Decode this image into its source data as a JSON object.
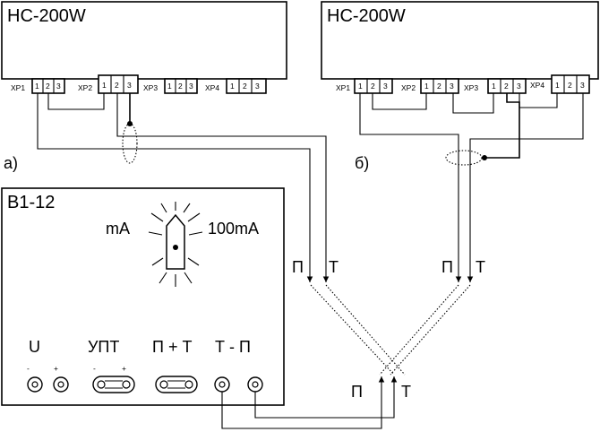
{
  "left_device": {
    "title": "HC-200W",
    "connectors": [
      "XP1",
      "XP2",
      "XP3",
      "XP4"
    ],
    "pins": [
      "1",
      "2",
      "3"
    ]
  },
  "right_device": {
    "title": "HC-200W",
    "connectors": [
      "XP1",
      "XP2",
      "XP3",
      "XP4"
    ],
    "pins": [
      "1",
      "2",
      "3"
    ]
  },
  "variant_labels": {
    "a": "а)",
    "b": "б)"
  },
  "meter": {
    "title": "В1-12",
    "range_left": "mA",
    "range_right": "100mA",
    "terminals": {
      "u": "U",
      "upt": "УПТ",
      "p_plus_t": "П + Т",
      "t_minus_p": "Т - П"
    },
    "polarity": {
      "minus": "-",
      "plus": "+"
    }
  },
  "wire_labels": {
    "p": "П",
    "t": "Т"
  }
}
